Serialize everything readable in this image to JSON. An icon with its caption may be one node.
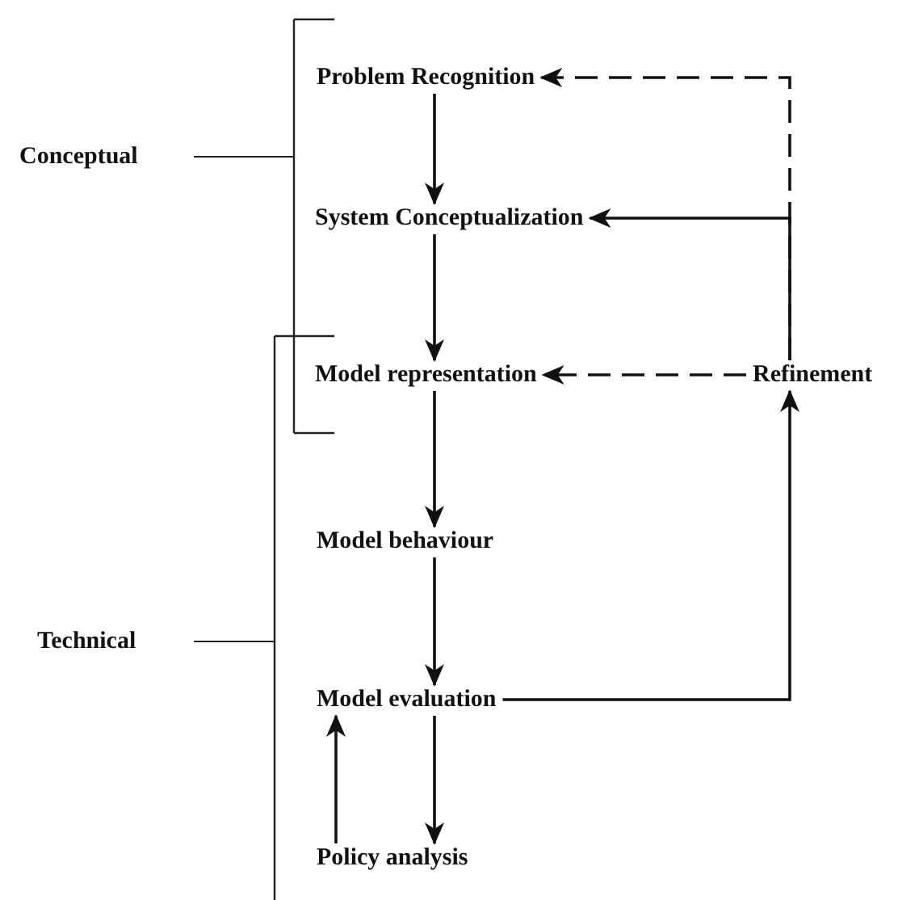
{
  "diagram": {
    "nodes": [
      {
        "text": [
          "Problem Recognition"
        ]
      },
      {
        "text": [
          "System Conceptualization"
        ]
      },
      {
        "text": [
          "Model representation"
        ]
      },
      {
        "text": [
          "Model behaviour"
        ]
      },
      {
        "text": [
          "Model evaluation"
        ]
      },
      {
        "text": [
          "Policy analysis"
        ]
      },
      {
        "text": [
          "Refinement"
        ]
      }
    ],
    "edges": [
      {
        "from": 0,
        "to": 1,
        "arrow": "to"
      },
      {
        "from": 1,
        "to": 2,
        "arrow": "to"
      },
      {
        "from": 2,
        "to": 3,
        "arrow": "to"
      },
      {
        "from": 3,
        "to": 4,
        "arrow": "to"
      },
      {
        "from": 4,
        "to": 5,
        "arrow": "to"
      },
      {
        "from": 5,
        "to": 4,
        "arrow": "to"
      },
      {
        "from": 4,
        "to": 6,
        "arrow": "to"
      },
      {
        "from": 6,
        "to": 2,
        "arrow": "to",
        "style": "dashed"
      },
      {
        "from": 6,
        "to": 1,
        "arrow": "to"
      },
      {
        "from": 6,
        "to": 0,
        "arrow": "to",
        "style": "dashed"
      }
    ],
    "labels": [
      "Conceptual",
      "Technical"
    ]
  }
}
